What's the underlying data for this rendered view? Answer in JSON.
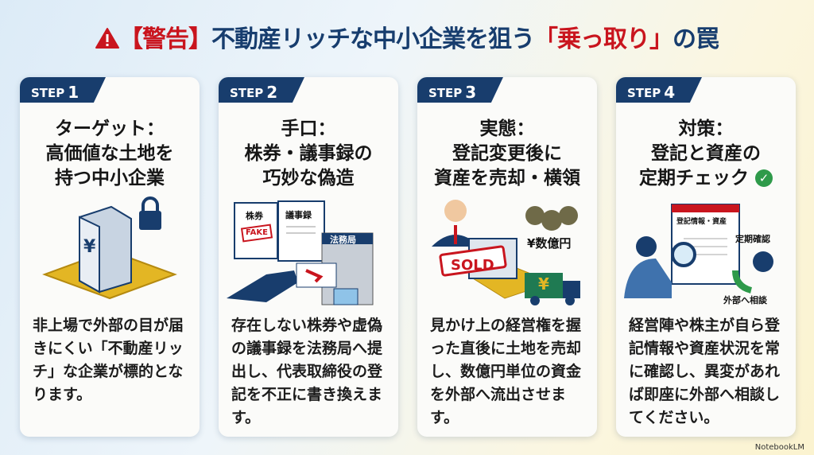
{
  "title": {
    "prefix": "【警告】",
    "main": "不動産リッチな中小企業を狙う",
    "highlight": "「乗っ取り」",
    "suffix": "の罠"
  },
  "steps": [
    {
      "step": "STEP",
      "num": "1",
      "heading": [
        "ターゲット：",
        "高価値な土地を",
        "持つ中小企業"
      ],
      "body": "非上場で外部の目が届きにくい「不動産リッチ」な企業が標的となります。",
      "labels": {
        "yen": "¥"
      }
    },
    {
      "step": "STEP",
      "num": "2",
      "heading": [
        "手口：",
        "株券・議事録の",
        "巧妙な偽造"
      ],
      "body": "存在しない株券や虚偽の議事録を法務局へ提出し、代表取締役の登記を不正に書き換えます。",
      "labels": {
        "doc1": "株券",
        "fake": "FAKE",
        "doc2": "議事録",
        "office": "法務局"
      }
    },
    {
      "step": "STEP",
      "num": "3",
      "heading": [
        "実態：",
        "登記変更後に",
        "資産を売却・横領"
      ],
      "body": "見かけ上の経営権を握った直後に土地を売却し、数億円単位の資金を外部へ流出させます。",
      "labels": {
        "sold": "SOLD",
        "money": "¥数億円",
        "yen": "¥"
      }
    },
    {
      "step": "STEP",
      "num": "4",
      "heading": [
        "対策：",
        "登記と資産の",
        "定期チェック"
      ],
      "body": "経営陣や株主が自ら登記情報や資産状況を常に確認し、異変があれば即座に外部へ相談してください。",
      "labels": {
        "doc": "登記情報・資産",
        "check": "定期確認",
        "consult": "外部へ相談"
      }
    }
  ],
  "footer": "NotebookLM",
  "colors": {
    "navy": "#183d6d",
    "red": "#c9151e",
    "gold": "#e3b624",
    "green": "#2e9a4a"
  }
}
